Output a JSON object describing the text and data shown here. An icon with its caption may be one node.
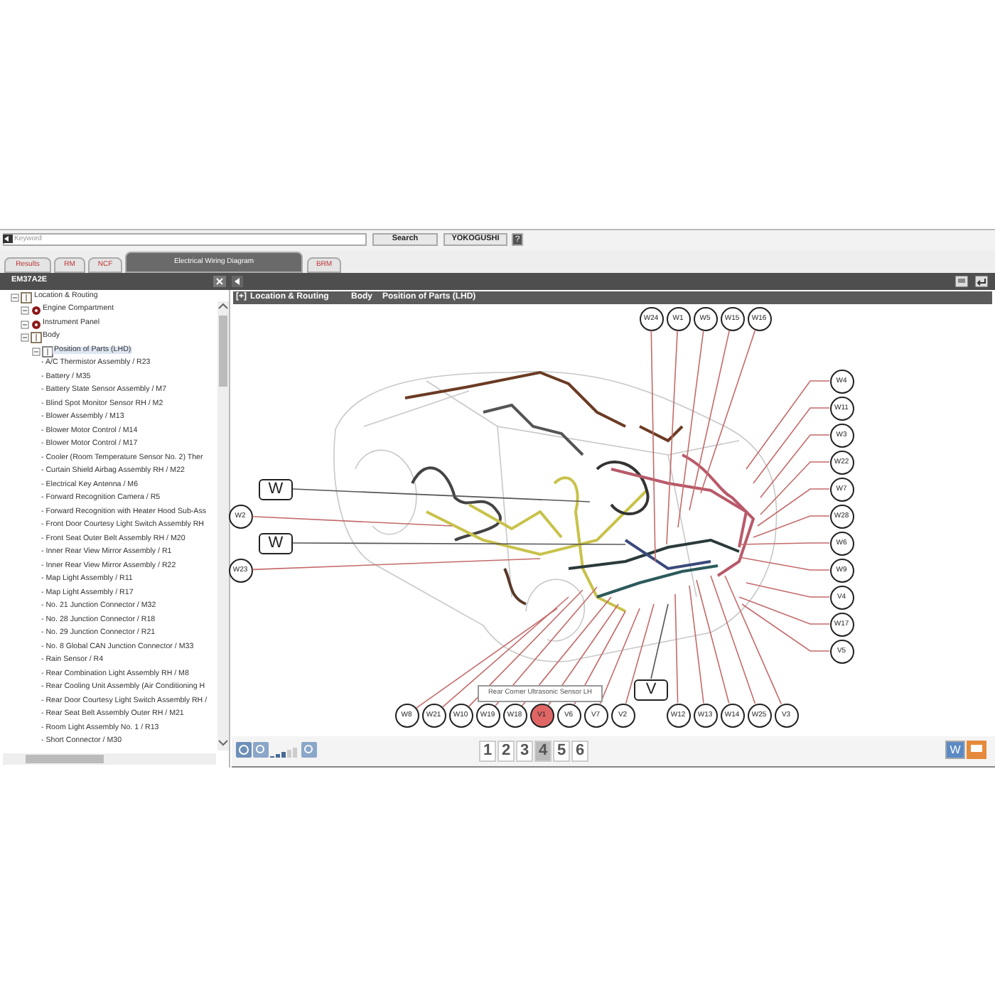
{
  "diagram": {
    "nodes": [
      {
        "text": [
          "W24"
        ]
      },
      {
        "text": [
          "W1"
        ]
      },
      {
        "text": [
          "W5"
        ]
      },
      {
        "text": [
          "W15"
        ]
      },
      {
        "text": [
          "W16"
        ]
      },
      {
        "text": [
          "W4"
        ]
      },
      {
        "text": [
          "W11"
        ]
      },
      {
        "text": [
          "W3"
        ]
      },
      {
        "text": [
          "W22"
        ]
      },
      {
        "text": [
          "W7"
        ]
      },
      {
        "text": [
          "W28"
        ]
      },
      {
        "text": [
          "W6"
        ]
      },
      {
        "text": [
          "W9"
        ]
      },
      {
        "text": [
          "V4"
        ]
      },
      {
        "text": [
          "W17"
        ]
      },
      {
        "text": [
          "V5"
        ]
      },
      {
        "text": [
          "W"
        ]
      },
      {
        "text": [
          "W2"
        ]
      },
      {
        "text": [
          "W"
        ]
      },
      {
        "text": [
          "W23"
        ]
      },
      {
        "text": [
          "V"
        ]
      },
      {
        "text": [
          "W8"
        ]
      },
      {
        "text": [
          "W21"
        ]
      },
      {
        "text": [
          "W10"
        ]
      },
      {
        "text": [
          "W19"
        ]
      },
      {
        "text": [
          "W18"
        ]
      },
      {
        "text": [
          "V1"
        ]
      },
      {
        "text": [
          "V6"
        ]
      },
      {
        "text": [
          "V7"
        ]
      },
      {
        "text": [
          "V2"
        ]
      },
      {
        "text": [
          "W12"
        ]
      },
      {
        "text": [
          "W13"
        ]
      },
      {
        "text": [
          "W14"
        ]
      },
      {
        "text": [
          "W25"
        ]
      },
      {
        "text": [
          "V3"
        ]
      },
      {
        "text": [],
        "shape": "picture"
      }
    ],
    "edges": [
      {
        "from": 0,
        "to": 35,
        "arrow": "none"
      },
      {
        "from": 1,
        "to": 35,
        "arrow": "none"
      },
      {
        "from": 2,
        "to": 35,
        "arrow": "none"
      },
      {
        "from": 3,
        "to": 35,
        "arrow": "none"
      },
      {
        "from": 4,
        "to": 35,
        "arrow": "none"
      },
      {
        "from": 5,
        "to": 35,
        "arrow": "none"
      },
      {
        "from": 6,
        "to": 35,
        "arrow": "none"
      },
      {
        "from": 7,
        "to": 35,
        "arrow": "none"
      },
      {
        "from": 8,
        "to": 35,
        "arrow": "none"
      },
      {
        "from": 9,
        "to": 35,
        "arrow": "none"
      },
      {
        "from": 10,
        "to": 35,
        "arrow": "none"
      },
      {
        "from": 11,
        "to": 35,
        "arrow": "none"
      },
      {
        "from": 12,
        "to": 35,
        "arrow": "none"
      },
      {
        "from": 13,
        "to": 35,
        "arrow": "none"
      },
      {
        "from": 14,
        "to": 35,
        "arrow": "none"
      },
      {
        "from": 15,
        "to": 35,
        "arrow": "none"
      },
      {
        "from": 16,
        "to": 35,
        "arrow": "none",
        "color": "#555555"
      },
      {
        "from": 17,
        "to": 35,
        "arrow": "none"
      },
      {
        "from": 18,
        "to": 35,
        "arrow": "none",
        "color": "#555555"
      },
      {
        "from": 19,
        "to": 35,
        "arrow": "none"
      },
      {
        "from": 20,
        "to": 35,
        "arrow": "none",
        "color": "#555555"
      },
      {
        "from": 21,
        "to": 35,
        "arrow": "none"
      },
      {
        "from": 22,
        "to": 35,
        "arrow": "none"
      },
      {
        "from": 23,
        "to": 35,
        "arrow": "none"
      },
      {
        "from": 24,
        "to": 35,
        "arrow": "none"
      },
      {
        "from": 25,
        "to": 35,
        "arrow": "none"
      },
      {
        "from": 26,
        "to": 35,
        "arrow": "none"
      },
      {
        "from": 27,
        "to": 35,
        "arrow": "none"
      },
      {
        "from": 28,
        "to": 35,
        "arrow": "none"
      },
      {
        "from": 29,
        "to": 35,
        "arrow": "none"
      },
      {
        "from": 30,
        "to": 35,
        "arrow": "none"
      },
      {
        "from": 31,
        "to": 35,
        "arrow": "none"
      },
      {
        "from": 32,
        "to": 35,
        "arrow": "none"
      },
      {
        "from": 33,
        "to": 35,
        "arrow": "none"
      },
      {
        "from": 34,
        "to": 35,
        "arrow": "none"
      }
    ],
    "labels": [
      "Keyword",
      "Search",
      "YOKOGUSHI",
      "?",
      "Results",
      "RM",
      "NCF",
      "Electrical Wiring Diagram",
      "BRM",
      "EM37A2E",
      "Location & Routing",
      "Engine Compartment",
      "Instrument Panel",
      "Body",
      "Position of Parts (LHD)",
      "- A/C Thermistor Assembly / R23",
      "- Battery / M35",
      "- Battery State Sensor Assembly / M7",
      "- Blind Spot Monitor Sensor RH / M2",
      "- Blower Assembly / M13",
      "- Blower Motor Control / M14",
      "- Blower Motor Control / M17",
      "- Cooler (Room Temperature Sensor No. 2) Ther",
      "- Curtain Shield Airbag Assembly RH / M22",
      "- Electrical Key Antenna / M6",
      "- Forward Recognition Camera / R5",
      "- Forward Recognition with Heater Hood Sub-Ass",
      "- Front Door Courtesy Light Switch Assembly RH",
      "- Front Seat Outer Belt Assembly RH / M20",
      "- Inner Rear View Mirror Assembly / R1",
      "- Inner Rear View Mirror Assembly / R22",
      "- Map Light Assembly / R11",
      "- Map Light Assembly / R17",
      "- No. 21 Junction Connector / M32",
      "- No. 28 Junction Connector / R18",
      "- No. 29 Junction Connector / R21",
      "- No. 8 Global CAN Junction Connector / M33",
      "- Rain Sensor / R4",
      "- Rear Combination Light Assembly RH / M8",
      "- Rear Cooling Unit Assembly (Air Conditioning H",
      "- Rear Door Courtesy Light Switch Assembly RH /",
      "- Rear Seat Belt Assembly Outer RH / M21",
      "- Room Light Assembly No. 1 / R13",
      "- Short Connector / M30",
      "[+]",
      "Location & Routing",
      "Body",
      "Position of Parts (LHD)",
      "Rear Corner Ultrasonic Sensor LH",
      "1",
      "2",
      "3",
      "4",
      "5",
      "6",
      "W"
    ]
  }
}
